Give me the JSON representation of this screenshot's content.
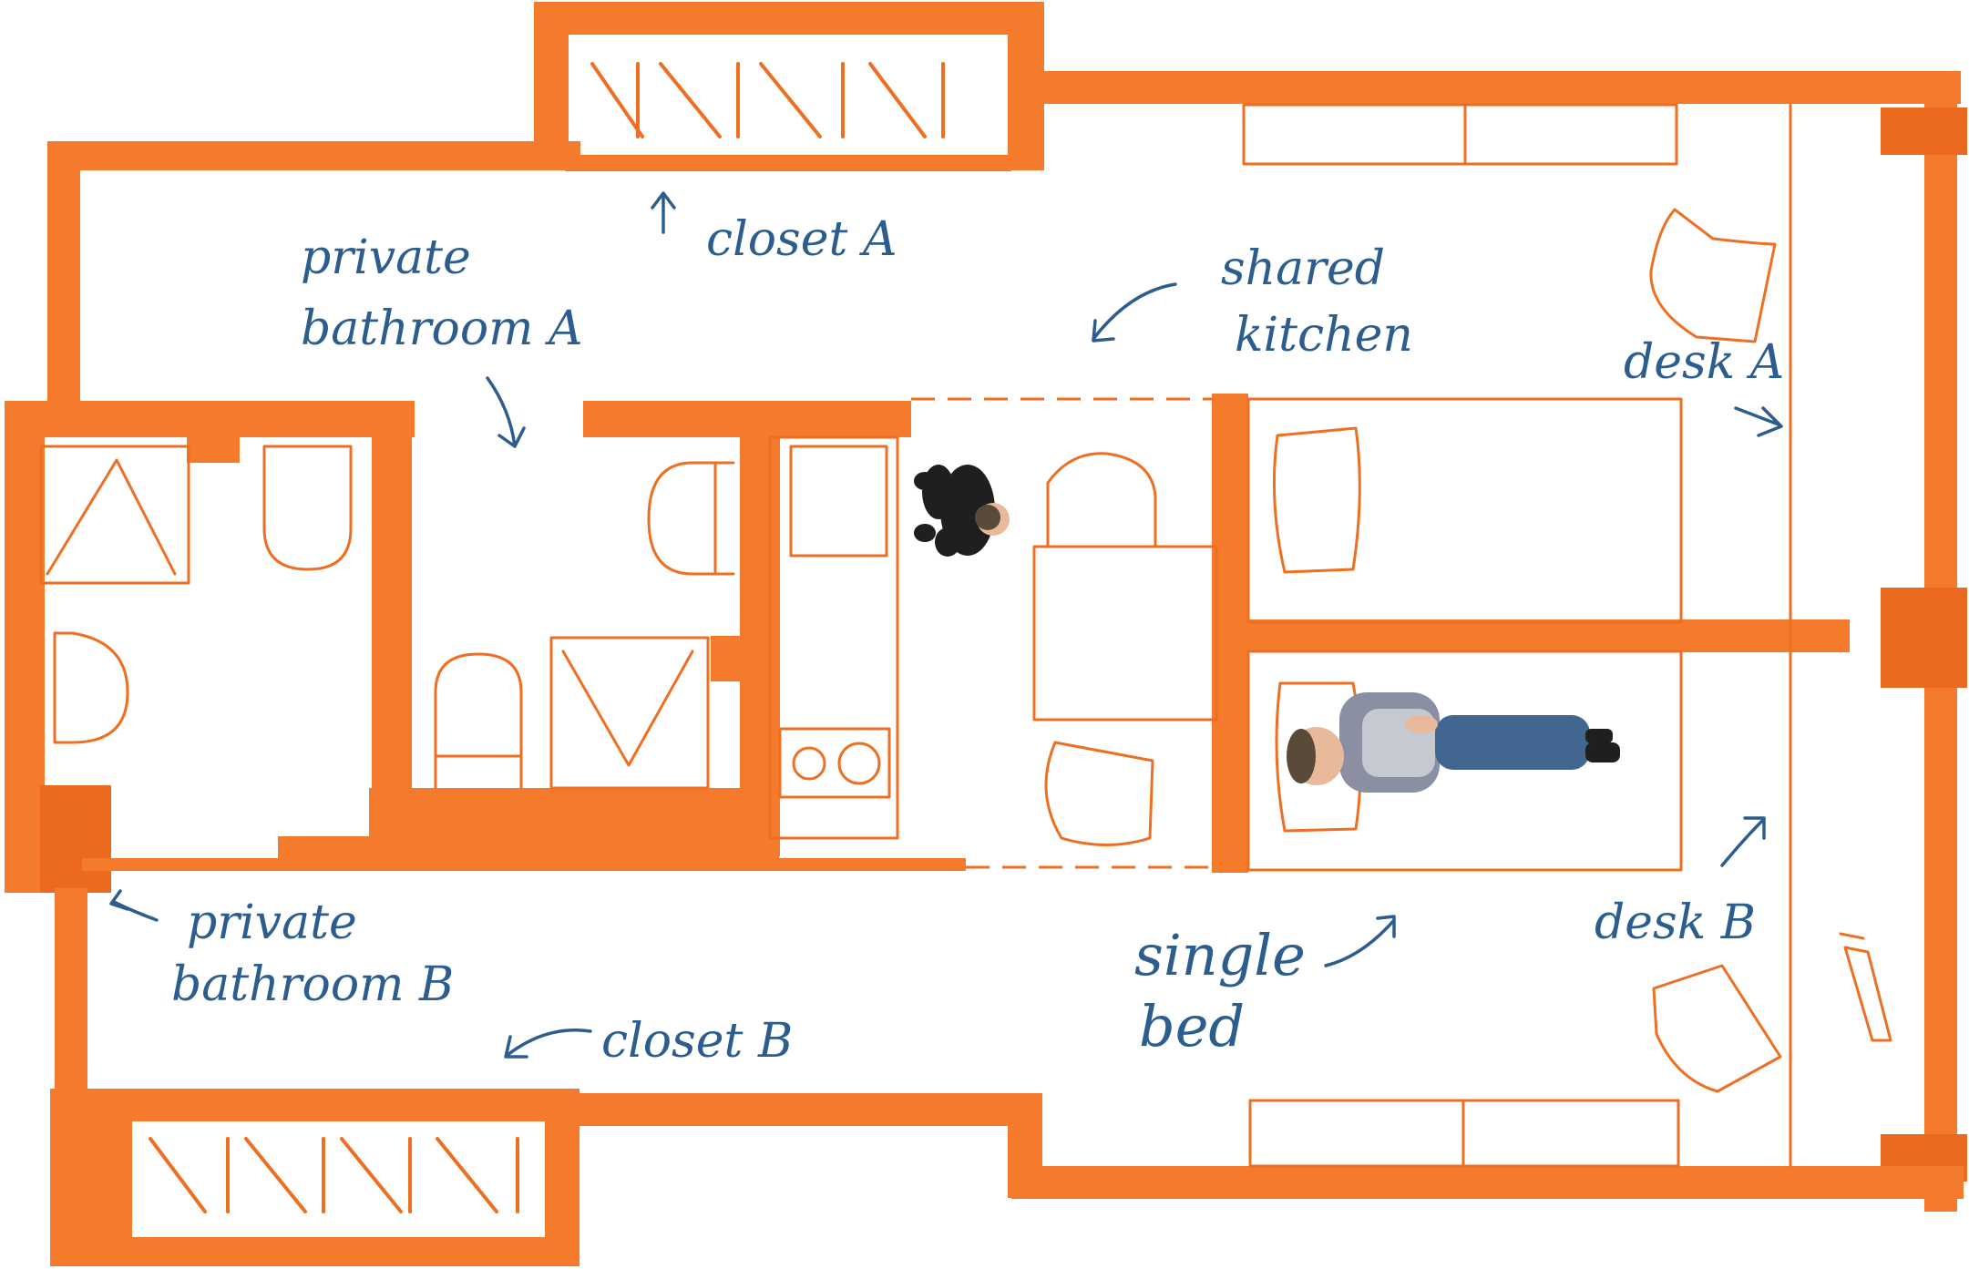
{
  "colors": {
    "wall": "#f47a2c",
    "fixture": "#ee6f22",
    "label": "#2c5d8f"
  },
  "labels": {
    "closet_a": "closet A",
    "private_bathroom_a_line1": "private",
    "private_bathroom_a_line2": "bathroom A",
    "shared_kitchen_line1": "shared",
    "shared_kitchen_line2": "kitchen",
    "desk_a": "desk A",
    "private_bathroom_b_line1": "private",
    "private_bathroom_b_line2": "bathroom B",
    "closet_b": "closet B",
    "single_bed_line1": "single",
    "single_bed_line2": "bed",
    "desk_b": "desk B"
  }
}
